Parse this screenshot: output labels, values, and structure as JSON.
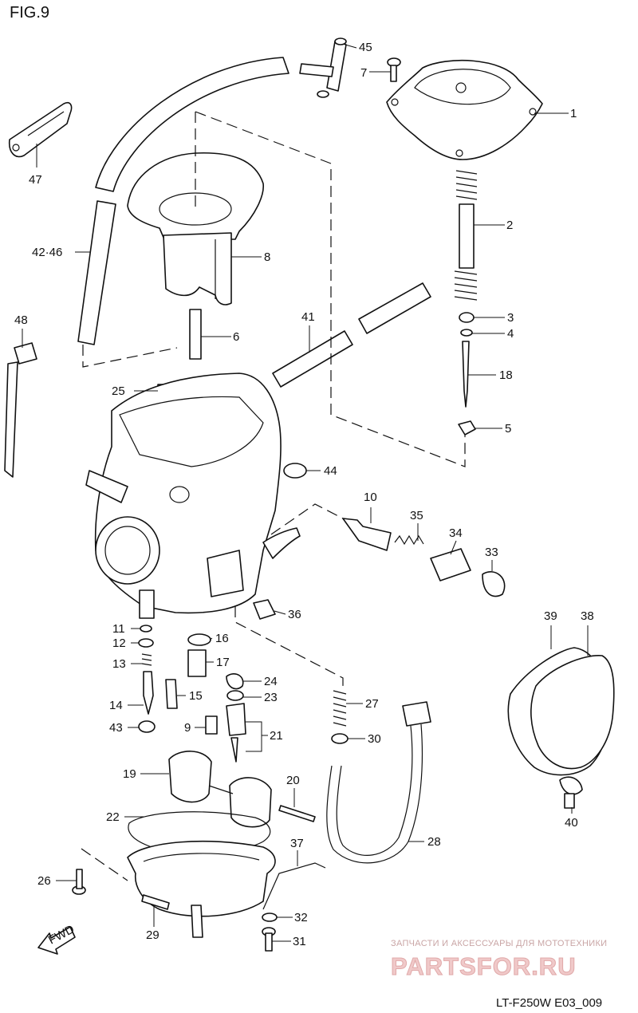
{
  "figure": {
    "title": "FIG.9",
    "code": "LT-F250W E03_009",
    "fwd_label": "FWD"
  },
  "callouts": [
    {
      "id": "c45",
      "label": "45"
    },
    {
      "id": "c7",
      "label": "7"
    },
    {
      "id": "c1",
      "label": "1"
    },
    {
      "id": "c47",
      "label": "47"
    },
    {
      "id": "c2",
      "label": "2"
    },
    {
      "id": "c42",
      "label": "42·46"
    },
    {
      "id": "c8",
      "label": "8"
    },
    {
      "id": "c48",
      "label": "48"
    },
    {
      "id": "c41",
      "label": "41"
    },
    {
      "id": "c3",
      "label": "3"
    },
    {
      "id": "c6",
      "label": "6"
    },
    {
      "id": "c4",
      "label": "4"
    },
    {
      "id": "c18",
      "label": "18"
    },
    {
      "id": "c25",
      "label": "25"
    },
    {
      "id": "c5",
      "label": "5"
    },
    {
      "id": "c44",
      "label": "44"
    },
    {
      "id": "c10",
      "label": "10"
    },
    {
      "id": "c35",
      "label": "35"
    },
    {
      "id": "c34",
      "label": "34"
    },
    {
      "id": "c33",
      "label": "33"
    },
    {
      "id": "c39",
      "label": "39"
    },
    {
      "id": "c38",
      "label": "38"
    },
    {
      "id": "c36",
      "label": "36"
    },
    {
      "id": "c11",
      "label": "11"
    },
    {
      "id": "c16",
      "label": "16"
    },
    {
      "id": "c12",
      "label": "12"
    },
    {
      "id": "c13",
      "label": "13"
    },
    {
      "id": "c17",
      "label": "17"
    },
    {
      "id": "c24",
      "label": "24"
    },
    {
      "id": "c15",
      "label": "15"
    },
    {
      "id": "c23",
      "label": "23"
    },
    {
      "id": "c14",
      "label": "14"
    },
    {
      "id": "c27",
      "label": "27"
    },
    {
      "id": "c9",
      "label": "9"
    },
    {
      "id": "c21",
      "label": "21"
    },
    {
      "id": "c43",
      "label": "43"
    },
    {
      "id": "c30",
      "label": "30"
    },
    {
      "id": "c19",
      "label": "19"
    },
    {
      "id": "c20",
      "label": "20"
    },
    {
      "id": "c40",
      "label": "40"
    },
    {
      "id": "c22",
      "label": "22"
    },
    {
      "id": "c28",
      "label": "28"
    },
    {
      "id": "c37",
      "label": "37"
    },
    {
      "id": "c26",
      "label": "26"
    },
    {
      "id": "c32",
      "label": "32"
    },
    {
      "id": "c29",
      "label": "29"
    },
    {
      "id": "c31",
      "label": "31"
    }
  ],
  "watermark": {
    "line1": "ЗАПЧАСТИ И АКСЕССУАРЫ ДЛЯ МОТОТЕХНИКИ",
    "line2": "PARTSFOR.RU",
    "color": "#e8a8a8"
  }
}
